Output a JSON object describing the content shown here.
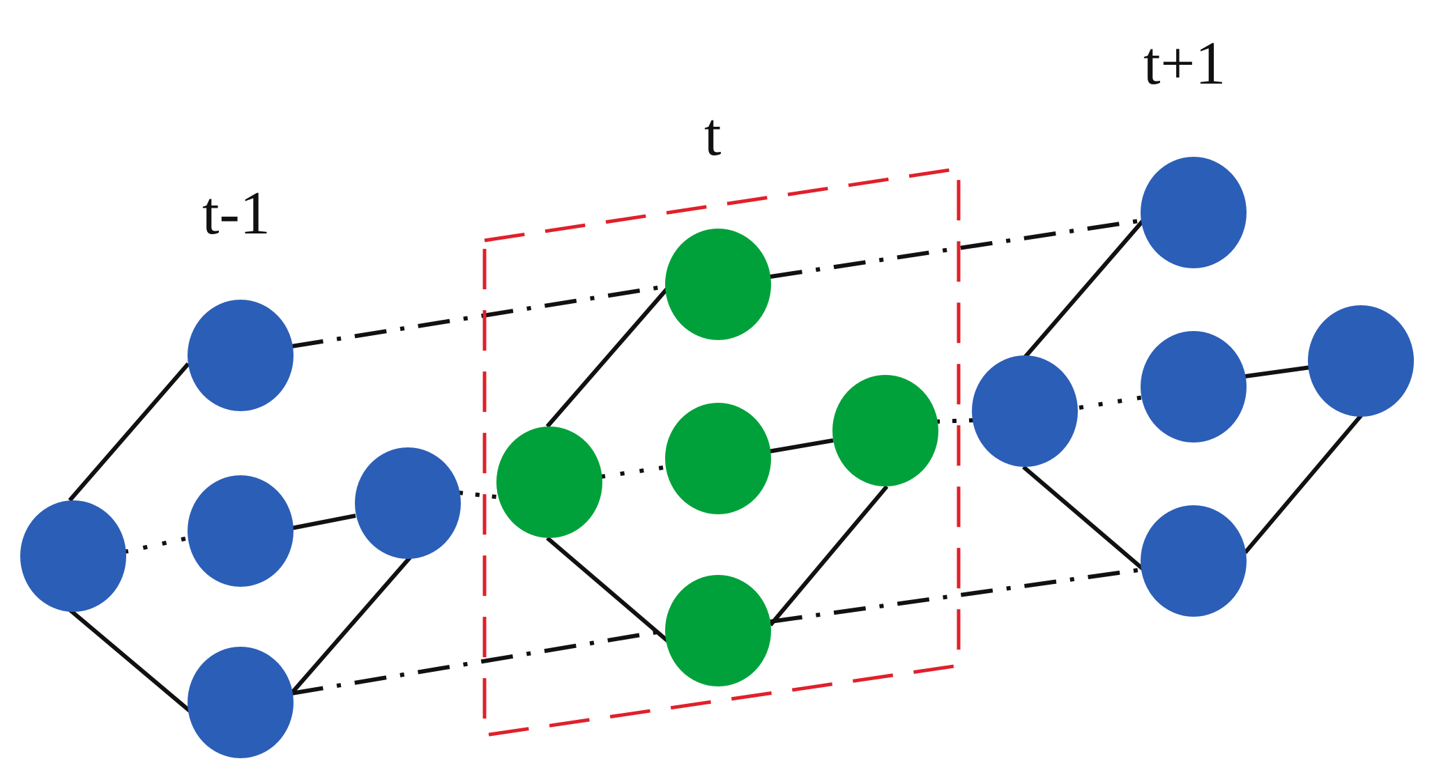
{
  "labels": {
    "prev": "t-1",
    "current": "t",
    "next": "t+1"
  },
  "colors": {
    "past_future_node": "#2b5eb6",
    "current_node": "#00a13a",
    "edge": "#111111",
    "highlight_box": "#e0202a"
  }
}
